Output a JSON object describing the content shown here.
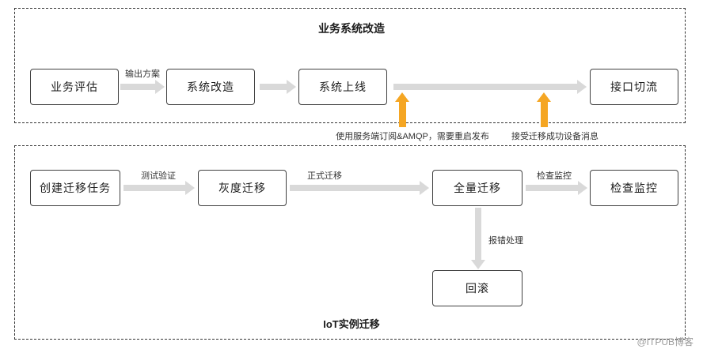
{
  "colors": {
    "arrow_gray": "#d9d9d9",
    "arrow_orange": "#f5a623",
    "box_border": "#404040",
    "container_border": "#333333",
    "label_text": "#333333",
    "watermark": "#9b9b9b"
  },
  "top": {
    "title": "业务系统改造",
    "node_evaluation": "业务评估",
    "node_transformation": "系统改造",
    "node_launch": "系统上线",
    "node_switch": "接口切流",
    "label_output_plan": "输出方案"
  },
  "bridge": {
    "label_left": "使用服务端订阅&AMQP，需要重启发布",
    "label_right": "接受迁移成功设备消息"
  },
  "bottom": {
    "title": "IoT实例迁移",
    "node_create_task": "创建迁移任务",
    "node_gray_migration": "灰度迁移",
    "node_full_migration": "全量迁移",
    "node_check_monitoring": "检查监控",
    "node_rollback": "回滚",
    "label_test_verify": "测试验证",
    "label_formal_migration": "正式迁移",
    "label_check_monitor": "检查监控",
    "label_error_handling": "报错处理"
  },
  "watermark": "@ITPUB博客"
}
